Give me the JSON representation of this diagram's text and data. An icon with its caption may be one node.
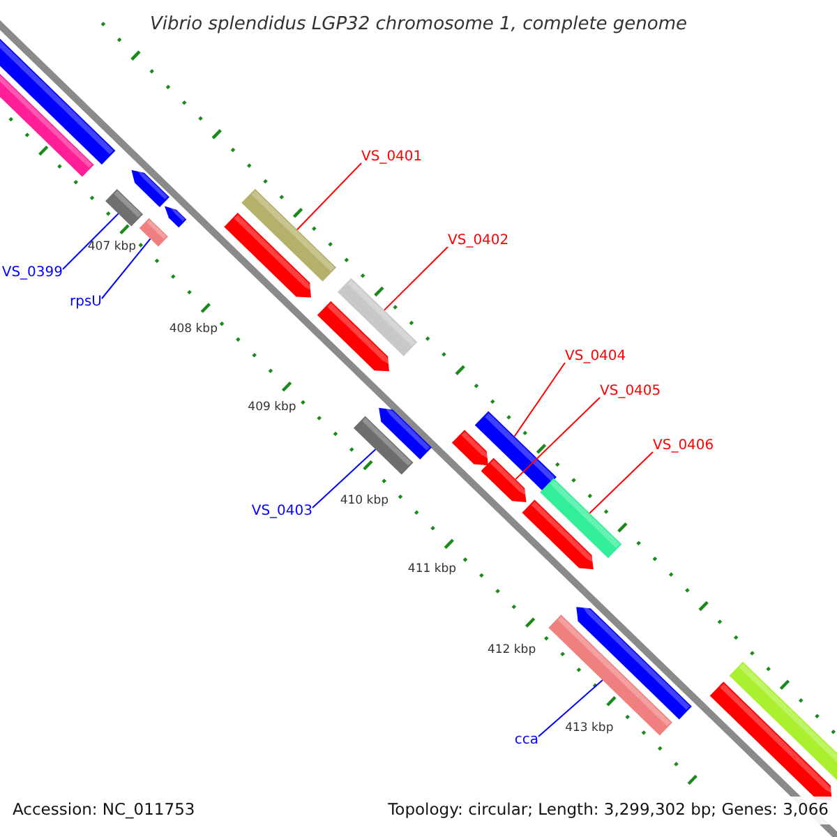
{
  "diagram": {
    "title": "Vibrio splendidus LGP32 chromosome 1, complete genome",
    "nodes": [
      {
        "text": [
          "VS_0401"
        ]
      },
      {
        "text": [
          "VS_0402"
        ]
      },
      {
        "text": [
          "VS_0399"
        ]
      },
      {
        "text": [
          "rpsU"
        ]
      },
      {
        "text": [
          "VS_0404"
        ]
      },
      {
        "text": [
          "VS_0405"
        ]
      },
      {
        "text": [
          "VS_0406"
        ]
      },
      {
        "text": [
          "VS_0403"
        ]
      },
      {
        "text": [
          "cca"
        ]
      },
      {
        "text": [],
        "shape": "bar"
      },
      {
        "text": [],
        "shape": "bar"
      },
      {
        "text": [],
        "shape": "bar"
      },
      {
        "text": [],
        "shape": "bar"
      },
      {
        "text": [],
        "shape": "bar"
      },
      {
        "text": [],
        "shape": "arrow"
      },
      {
        "text": [],
        "shape": "bar"
      },
      {
        "text": [],
        "shape": "bar"
      },
      {
        "text": [],
        "shape": "bar"
      }
    ],
    "edges": [
      {
        "from": 0,
        "to": 9,
        "arrow": "none"
      },
      {
        "from": 1,
        "to": 10,
        "arrow": "none"
      },
      {
        "from": 2,
        "to": 11,
        "arrow": "none",
        "color": "#0000ff"
      },
      {
        "from": 3,
        "to": 12,
        "arrow": "none",
        "color": "#0000ff"
      },
      {
        "from": 4,
        "to": 13,
        "arrow": "none"
      },
      {
        "from": 5,
        "to": 14,
        "arrow": "none"
      },
      {
        "from": 6,
        "to": 15,
        "arrow": "none"
      },
      {
        "from": 7,
        "to": 16,
        "arrow": "none",
        "color": "#0000ff"
      },
      {
        "from": 8,
        "to": 17,
        "arrow": "none",
        "color": "#0000ff"
      }
    ],
    "labels": [
      "407 kbp",
      "408 kbp",
      "409 kbp",
      "410 kbp",
      "411 kbp",
      "412 kbp",
      "413 kbp",
      "Accession: NC_011753",
      "Topology: circular; Length: 3,299,302 bp; Genes: 3,066"
    ]
  }
}
